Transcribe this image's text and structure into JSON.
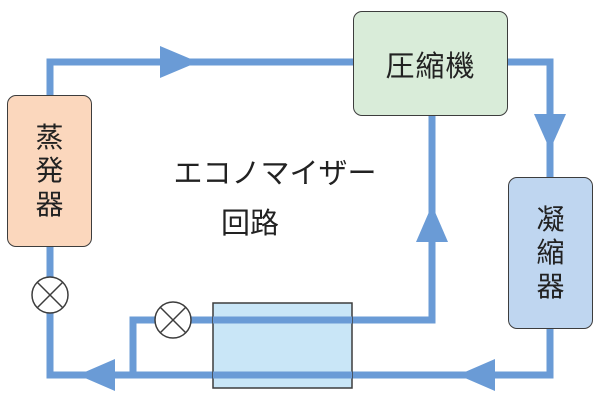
{
  "diagram": {
    "title_line1": "エコノマイザー",
    "title_line2": "回路",
    "components": {
      "compressor": "圧縮機",
      "evaporator": [
        "蒸",
        "発",
        "器"
      ],
      "condenser": [
        "凝",
        "縮",
        "器"
      ]
    },
    "colors": {
      "pipe": "#6a9bd6",
      "compressor_fill": "#d9ecd9",
      "evaporator_fill": "#fbd7bd",
      "condenser_fill": "#bfd6f0",
      "heat_exchanger_fill": "#c9e6f7"
    },
    "icons": {
      "expansion_valve": "circle-x-icon",
      "flow_arrow": "arrowhead-icon"
    }
  }
}
